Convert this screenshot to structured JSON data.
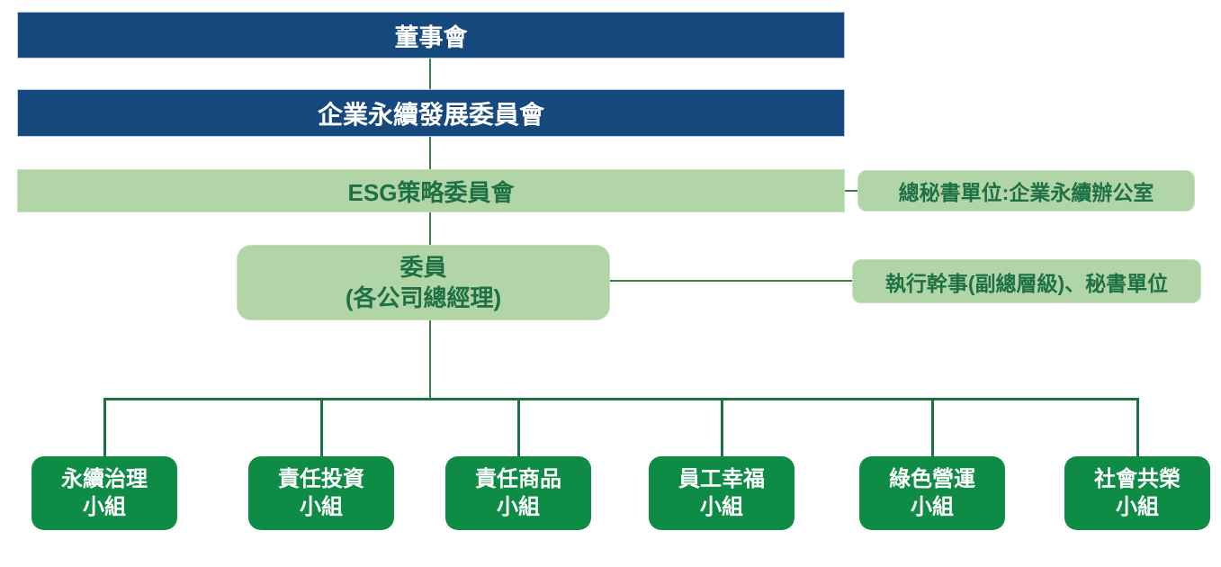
{
  "palette": {
    "bar_blue": "#15497D",
    "light_green": "#B2D5A8",
    "dark_green": "#0E8B45",
    "green_text": "#1E7145",
    "line_green": "#3B7D4F",
    "white_text": "#FFFFFF"
  },
  "org": {
    "board": {
      "label": "董事會"
    },
    "sustainability_committee": {
      "label": "企業永續發展委員會"
    },
    "esg_committee": {
      "label": "ESG策略委員會"
    },
    "secretary_unit": {
      "label": "總秘書單位:企業永續辦公室"
    },
    "members": {
      "line1": "委員",
      "line2": "(各公司總經理)"
    },
    "executive_secretary": {
      "label": "執行幹事(副總層級)、秘書單位"
    },
    "groups": [
      {
        "line1": "永續治理",
        "line2": "小組"
      },
      {
        "line1": "責任投資",
        "line2": "小組"
      },
      {
        "line1": "責任商品",
        "line2": "小組"
      },
      {
        "line1": "員工幸福",
        "line2": "小組"
      },
      {
        "line1": "綠色營運",
        "line2": "小組"
      },
      {
        "line1": "社會共榮",
        "line2": "小組"
      }
    ]
  }
}
